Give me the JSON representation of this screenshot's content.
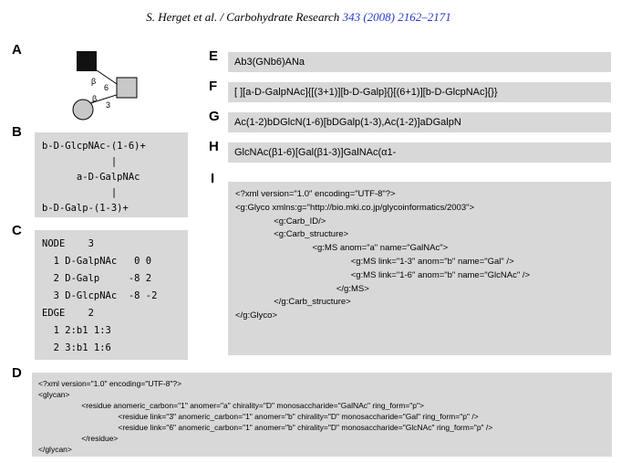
{
  "header": {
    "citation_black": "S. Herget et al. / Carbohydrate Research ",
    "citation_blue": "343 (2008) 2162–2171"
  },
  "colors": {
    "panel_background": "#d8d8d8",
    "citation_link_blue": "#2637c9",
    "symbol_filled_black": "#111111",
    "symbol_gray": "#c8c8c8"
  },
  "panels": {
    "a": {
      "label": "A",
      "diagram": {
        "top_anomer": "β",
        "top_position": "6",
        "bottom_anomer": "β",
        "bottom_position": "3",
        "symbols": [
          "filled-square-GlcNAc",
          "gray-square-GalNAc",
          "gray-circle-Gal"
        ]
      }
    },
    "b": {
      "label": "B",
      "lines": [
        "b-D-GlcpNAc-(1-6)+",
        "            |",
        "      a-D-GalpNAc",
        "            |",
        "b-D-Galp-(1-3)+"
      ]
    },
    "c": {
      "label": "C",
      "lines": [
        "NODE    3",
        "  1 D-GalpNAc   0 0",
        "  2 D-Galp     -8 2",
        "  3 D-GlcpNAc  -8 -2",
        "EDGE    2",
        "  1 2:b1 1:3",
        "  2 3:b1 1:6"
      ]
    },
    "d": {
      "label": "D",
      "lines": [
        "<?xml version=\"1.0\" encoding=\"UTF-8\"?>",
        "<glycan>",
        "                    <residue anomeric_carbon=\"1\" anomer=\"a\" chirality=\"D\" monosaccharide=\"GalNAc\" ring_form=\"p\">",
        "                                     <residue link=\"3\" anomeric_carbon=\"1\" anomer=\"b\" chirality=\"D\" monosaccharide=\"Gal\" ring_form=\"p\" />",
        "                                     <residue link=\"6\" anomeric_carbon=\"1\" anomer=\"b\" chirality=\"D\" monosaccharide=\"GlcNAc\" ring_form=\"p\" />",
        "                    </residue>",
        "</glycan>"
      ]
    },
    "e": {
      "label": "E",
      "text": "Ab3(GNb6)ANa"
    },
    "f": {
      "label": "F",
      "text": "[ ][a-D-GalpNAc]{[(3+1)][b-D-Galp]{}[(6+1)][b-D-GlcpNAc]{}}"
    },
    "g": {
      "label": "G",
      "text": "Ac(1-2)bDGlcN(1-6)[bDGalp(1-3),Ac(1-2)]aDGalpN"
    },
    "h": {
      "label": "H",
      "text": "GlcNAc(β1-6)[Gal(β1-3)]GalNAc(α1-"
    },
    "i": {
      "label": "I",
      "lines": [
        "<?xml version=\"1.0\" encoding=\"UTF-8\"?>",
        "<g:Glyco xmlns:g=\"http://bio.mki.co.jp/glycoinformatics/2003\">",
        "                <g:Carb_ID/>",
        "                <g:Carb_structure>",
        "                                <g:MS anom=\"a\" name=\"GalNAc\">",
        "                                                <g:MS link=\"1-3\" anom=\"b\" name=\"Gal\" />",
        "                                                <g:MS link=\"1-6\" anom=\"b\" name=\"GlcNAc\" />",
        "                                          </g:MS>",
        "                </g:Carb_structure>",
        "</g:Glyco>"
      ]
    }
  }
}
